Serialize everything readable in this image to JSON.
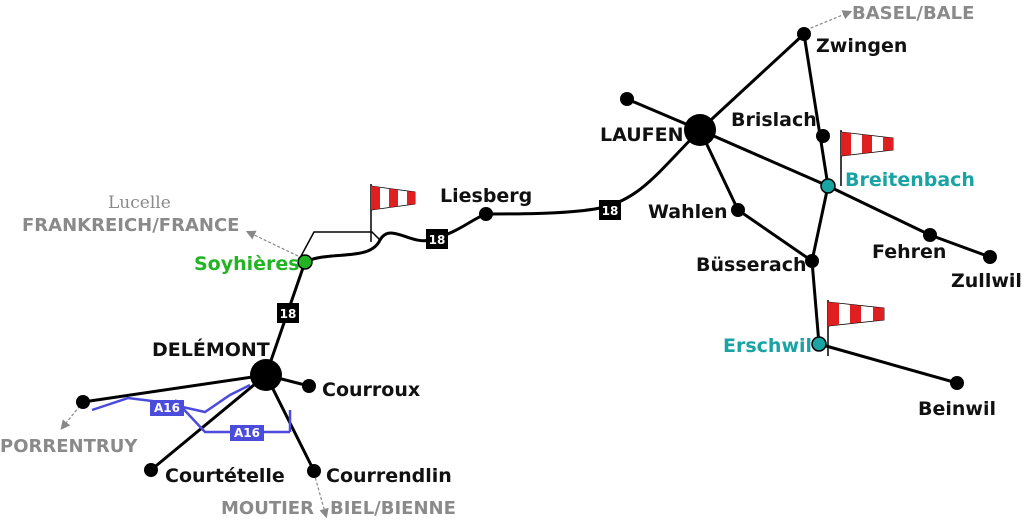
{
  "places": {
    "delemont": "DELÉMONT",
    "laufen": "LAUFEN",
    "soyhieres": "Soyhières",
    "liesberg": "Liesberg",
    "courroux": "Courroux",
    "courtetelle": "Courtételle",
    "courrendlin": "Courrendlin",
    "wahlen": "Wahlen",
    "brislach": "Brislach",
    "zwingen": "Zwingen",
    "breitenbach": "Breitenbach",
    "fehren": "Fehren",
    "zullwil": "Zullwil",
    "busserach": "Büsserach",
    "erschwil": "Erschwil",
    "beinwil": "Beinwil"
  },
  "external": {
    "lucelle": "Lucelle",
    "frankreich": "FRANKREICH/FRANCE",
    "basel": "BASEL/BALE",
    "porrentruy": "PORRENTRUY",
    "moutier": "MOUTIER",
    "biel": "BIEL/BIENNE"
  },
  "roads": {
    "route18": "18",
    "a16": "A16"
  },
  "colors": {
    "road": "#000000",
    "highway": "#4b4bdc",
    "soyhieres": "#22b422",
    "teal": "#1aa3a3",
    "windsock_red": "#e02020",
    "external": "#8a8a8a"
  },
  "icons": [
    "windsock-icon",
    "town-dot-icon",
    "route-shield-icon",
    "direction-arrow-icon"
  ]
}
